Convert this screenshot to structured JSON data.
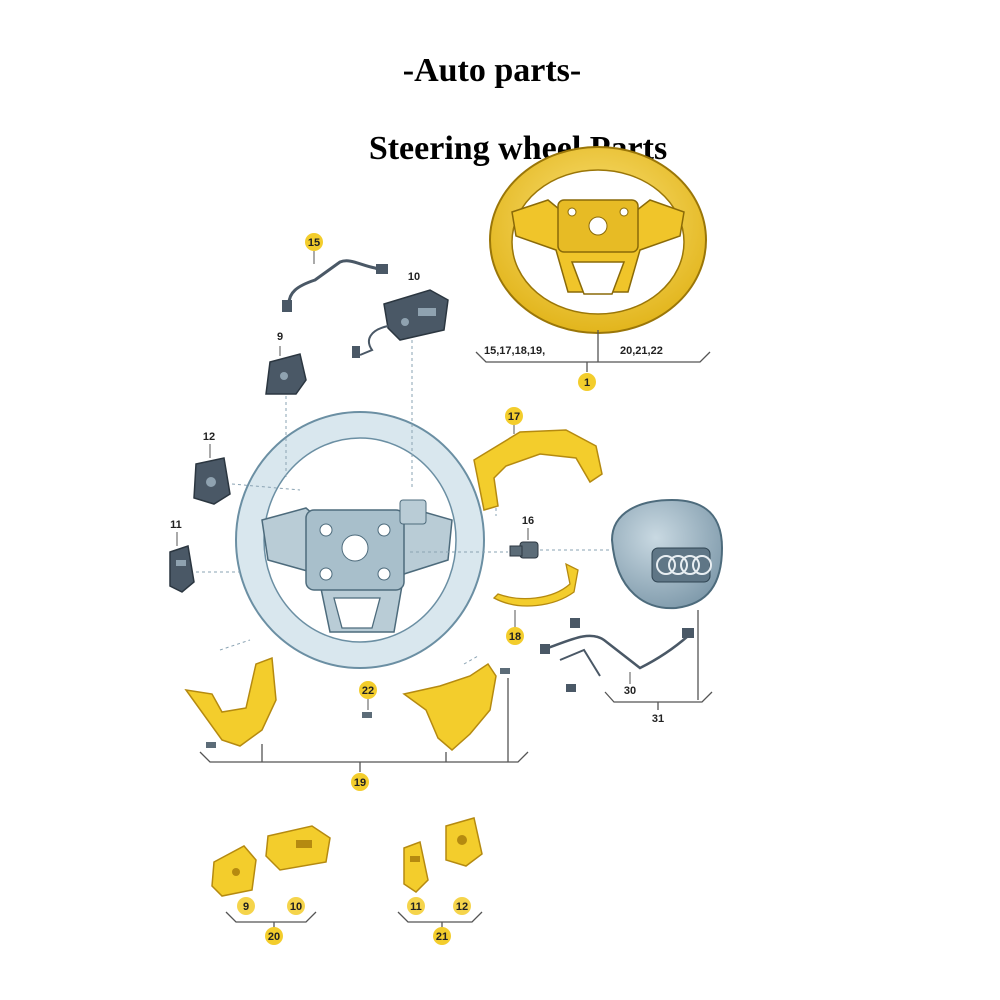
{
  "titles": {
    "main": "-Auto parts-",
    "sub": "Steering wheel Parts"
  },
  "colors": {
    "gold": "#f3cd2c",
    "gold_dark": "#b58a10",
    "wheel_blue": "#d9e7ee",
    "wheel_outline": "#6b8fa3",
    "dark_part": "#4a5866",
    "line": "#555555"
  },
  "callouts": {
    "c1": "1",
    "c1_left": "15,17,18,19,",
    "c1_right": "20,21,22",
    "c9": "9",
    "c10": "10",
    "c11": "11",
    "c12": "12",
    "c15": "15",
    "c16": "16",
    "c17": "17",
    "c18": "18",
    "c19": "19",
    "c20": "20",
    "c21": "21",
    "c22": "22",
    "c30": "30",
    "c31": "31",
    "c9b": "9",
    "c10b": "10",
    "c11b": "11",
    "c12b": "12"
  }
}
